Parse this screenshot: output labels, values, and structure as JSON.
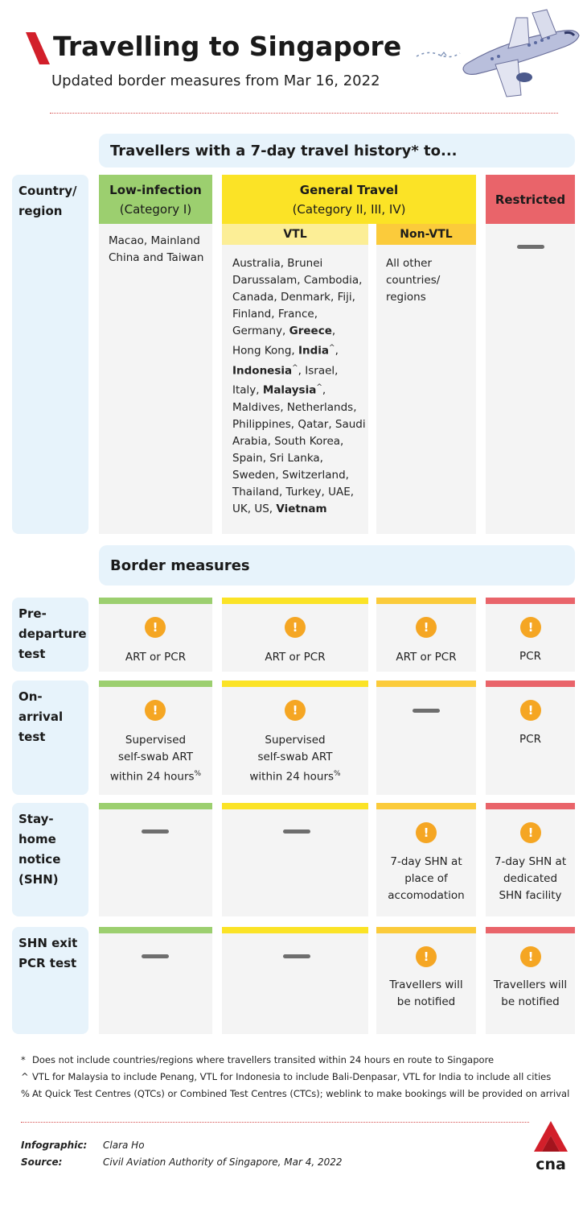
{
  "header": {
    "title": "Travelling to Singapore",
    "subtitle": "Updated border measures from Mar 16, 2022"
  },
  "travel_section": {
    "heading": "Travellers with a 7-day travel history* to...",
    "row_label": "Country/ region",
    "low": {
      "title": "Low-infection",
      "subtitle": "(Category I)",
      "countries": "Macao, Mainland China and Taiwan"
    },
    "general": {
      "title": "General Travel",
      "subtitle": "(Category II, III, IV)"
    },
    "vtl": {
      "title": "VTL",
      "c1": "Australia, Brunei Darussalam, Cambodia, Canada, Denmark, Fiji, Finland, France, Germany,",
      "greece": "Greece",
      "c2": ", Hong Kong,",
      "india": "India",
      "indonesia": "Indonesia",
      "c3": ", Israel, Italy,",
      "malaysia": "Malaysia",
      "caret": "^",
      "c4": ", Maldives, Netherlands, Philippines, Qatar, Saudi Arabia, South Korea, Spain, Sri Lanka, Sweden, Switzerland, Thailand, Turkey, UAE, UK, US,",
      "vietnam": "Vietnam"
    },
    "nonvtl": {
      "title": "Non-VTL",
      "countries": "All other countries/ regions"
    },
    "restricted": {
      "title": "Restricted"
    }
  },
  "measures_section": {
    "heading": "Border measures",
    "rows": [
      {
        "label": "Pre-departure test",
        "low": "ART or PCR",
        "vtl": "ART or PCR",
        "nonvtl": "ART or PCR",
        "restricted": "PCR"
      },
      {
        "label": "On-arrival test",
        "low_l1": "Supervised",
        "low_l2": "self-swab ART",
        "low_l3": "within 24 hours",
        "vtl_l1": "Supervised",
        "vtl_l2": "self-swab ART",
        "vtl_l3": "within 24 hours",
        "pct": "%",
        "restricted": "PCR"
      },
      {
        "label": "Stay-home notice (SHN)",
        "nonvtl_l1": "7-day SHN at",
        "nonvtl_l2": "place of",
        "nonvtl_l3": "accomodation",
        "restricted_l1": "7-day SHN at",
        "restricted_l2": "dedicated",
        "restricted_l3": "SHN facility"
      },
      {
        "label": "SHN exit PCR test",
        "nonvtl_l1": "Travellers will",
        "nonvtl_l2": "be notified",
        "restricted_l1": "Travellers will",
        "restricted_l2": "be notified"
      }
    ],
    "alert_glyph": "!"
  },
  "footnotes": [
    {
      "mark": "*",
      "text": "Does not include countries/regions where travellers transited within 24 hours en route to Singapore"
    },
    {
      "mark": "^",
      "text": "VTL for Malaysia to include Penang, VTL for Indonesia to include Bali-Denpasar, VTL for India to include all cities"
    },
    {
      "mark": "%",
      "text": "At Quick Test Centres (QTCs) or Combined Test Centres (CTCs); weblink to make bookings will be provided on arrival"
    }
  ],
  "credits": {
    "infographic_label": "Infographic:",
    "infographic_value": "Clara Ho",
    "source_label": "Source:",
    "source_value": "Civil Aviation Authority of Singapore, Mar 4, 2022"
  },
  "logo": {
    "text": "cna"
  },
  "colors": {
    "low": "#9ccf6f",
    "general": "#fbe326",
    "vtl_sub": "#fcee96",
    "nonvtl": "#fbcb3b",
    "restricted": "#e9646a",
    "alert": "#f5a623",
    "section_bg": "#e7f3fb",
    "brand_red": "#d21f2a"
  },
  "icons": [
    "brand-slash-icon",
    "airplane-icon",
    "alert-icon",
    "dash-icon",
    "cna-logo-icon"
  ]
}
